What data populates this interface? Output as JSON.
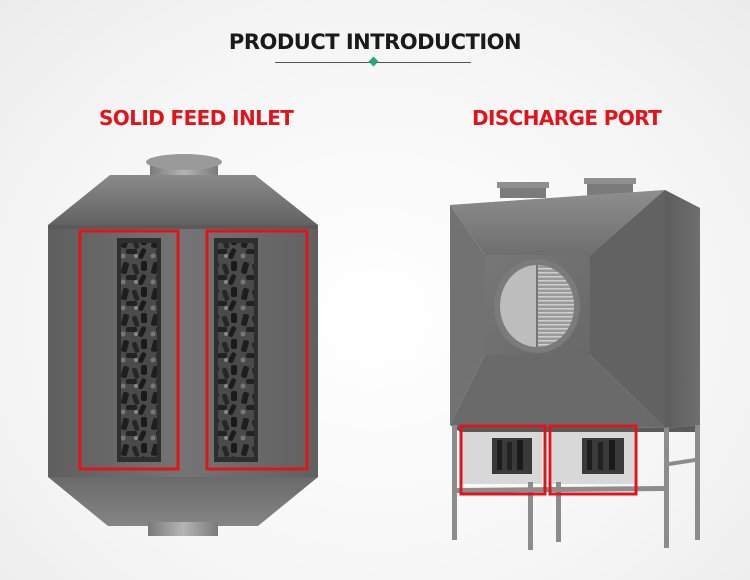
{
  "header": {
    "title": "PRODUCT INTRODUCTION"
  },
  "labels": {
    "left": "SOLID FEED INLET",
    "right": "DISCHARGE PORT"
  },
  "colors": {
    "accent_red": "#e0151c",
    "divider_dot": "#2aa57a",
    "housing_gray": "#6e6e6e"
  }
}
